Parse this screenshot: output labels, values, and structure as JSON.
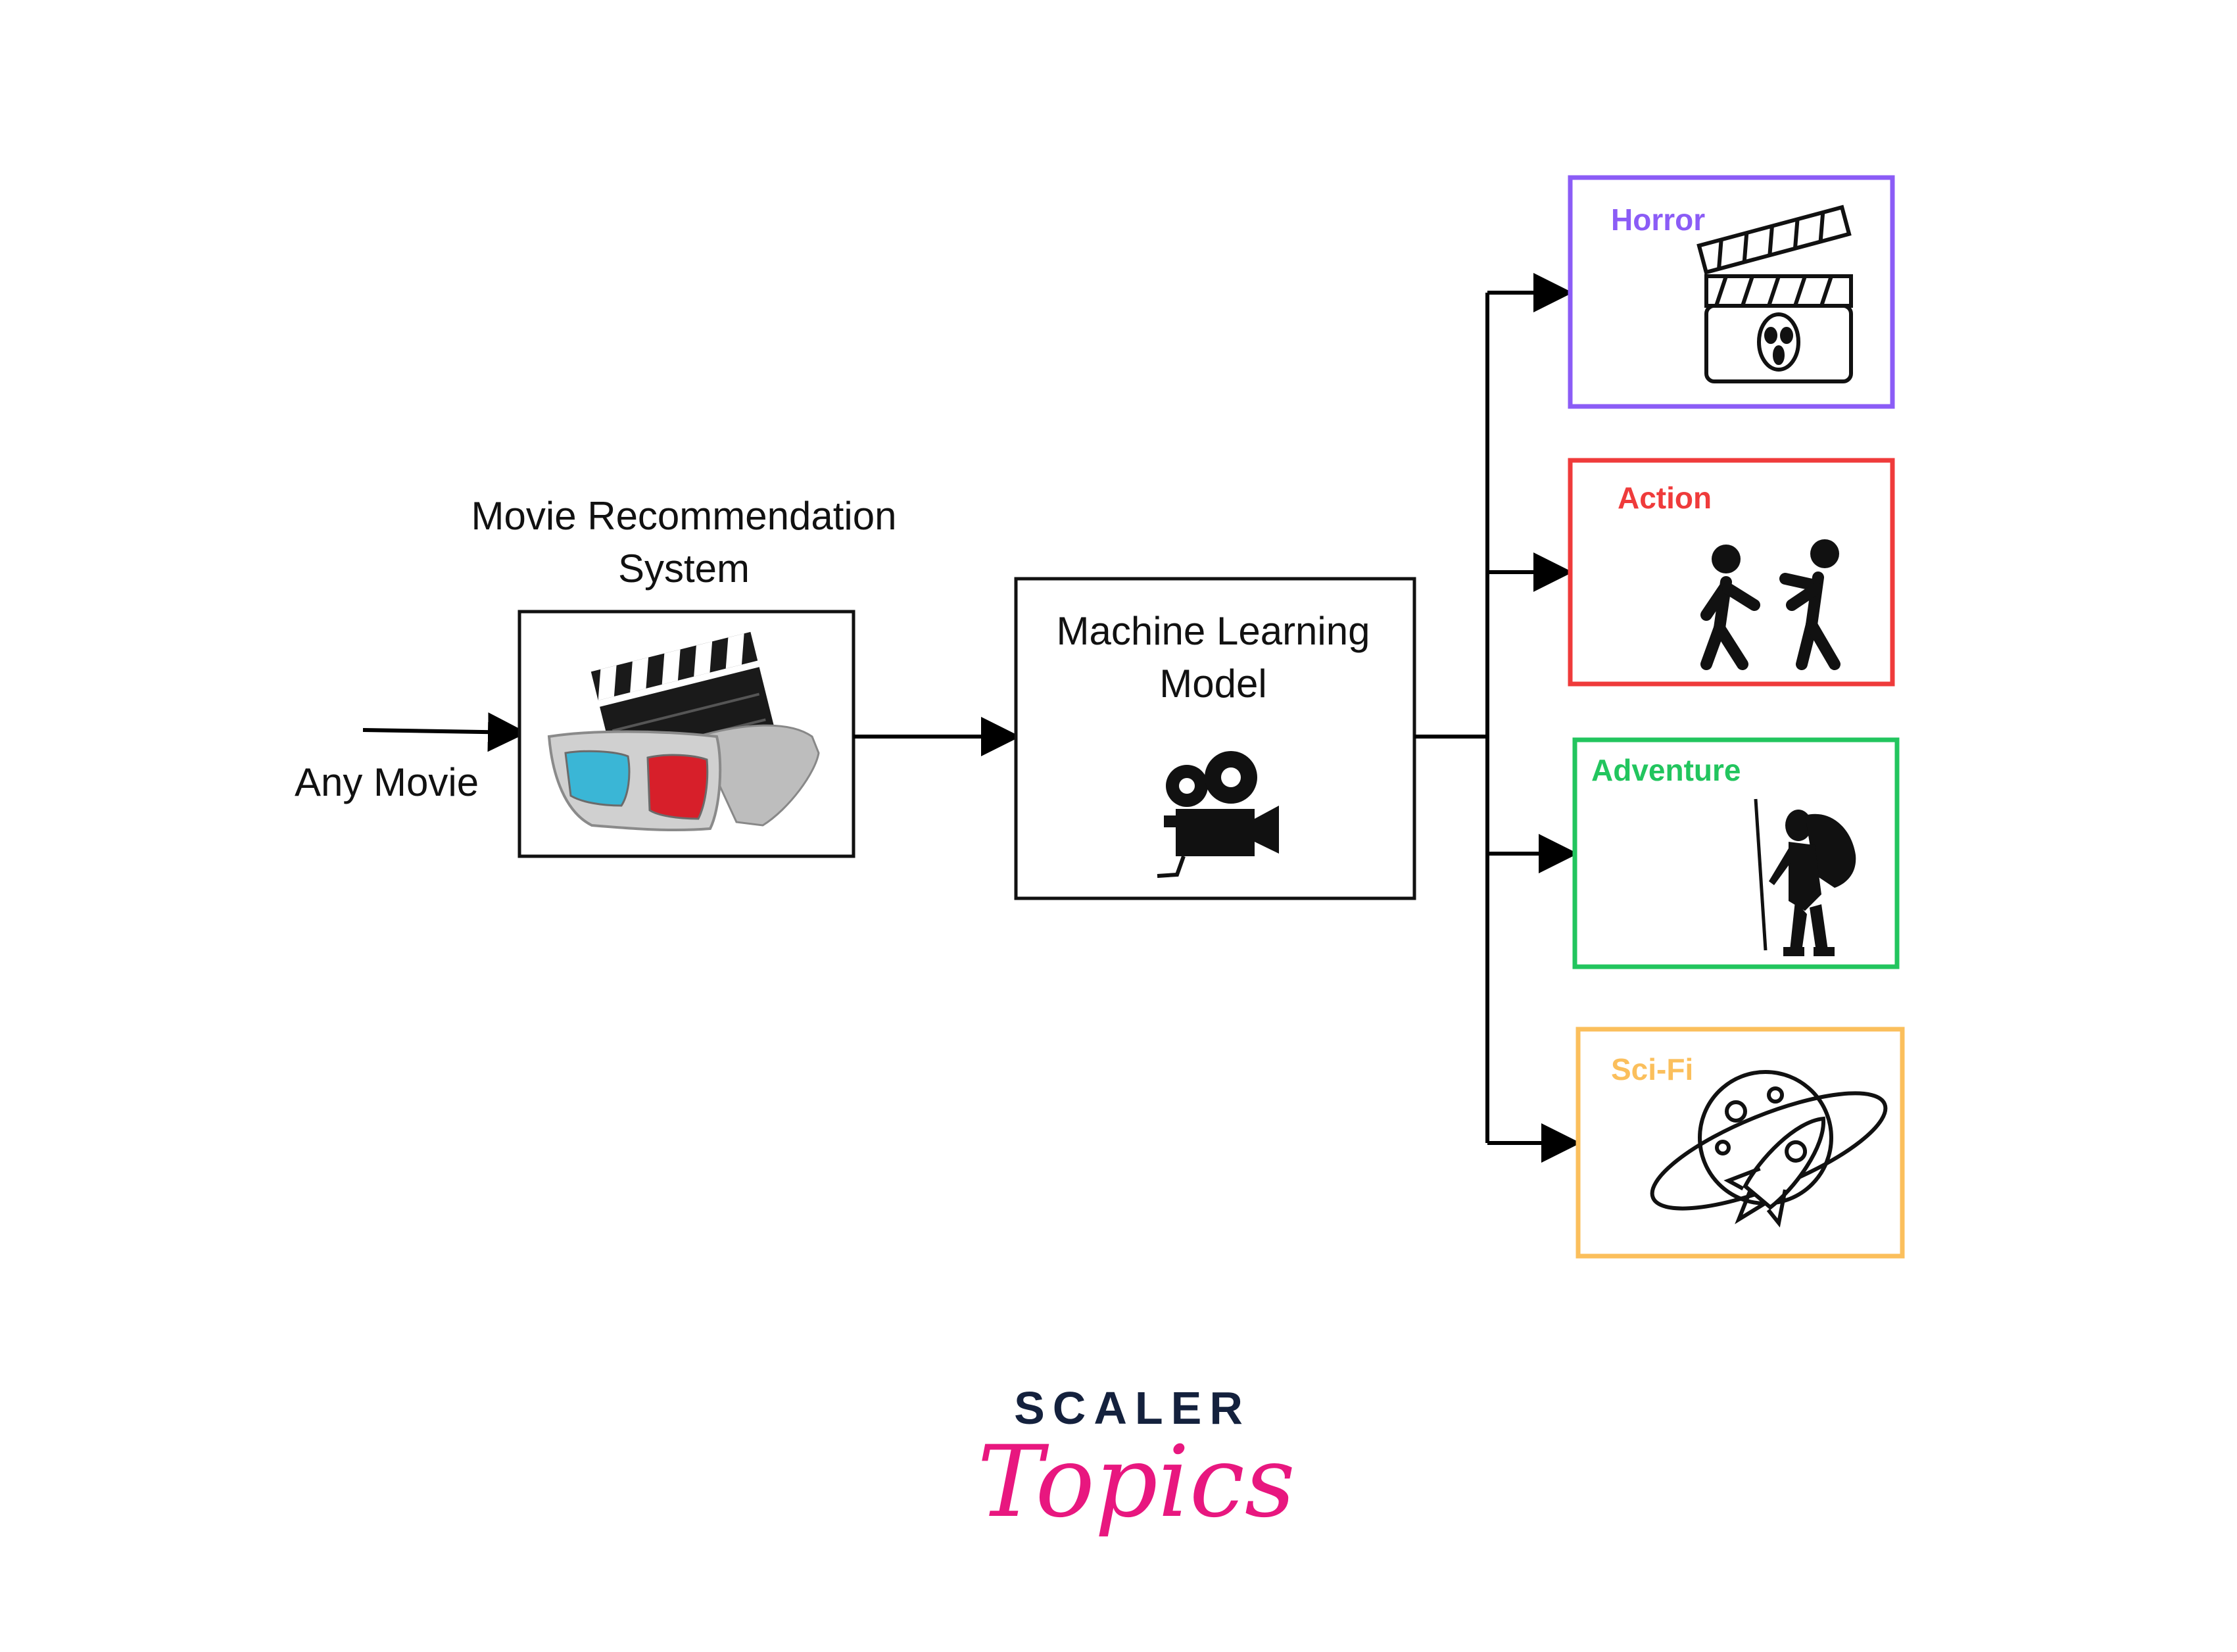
{
  "input_label": "Any Movie",
  "system": {
    "title_line1": "Movie Recommendation",
    "title_line2": "System",
    "icon": "3d-glasses-clapperboard-icon"
  },
  "model": {
    "title_line1": "Machine Learning",
    "title_line2": "Model",
    "icon": "movie-camera-icon"
  },
  "genres": [
    {
      "label": "Horror",
      "color": "#8b5cf6",
      "icon": "horror-clapperboard-icon"
    },
    {
      "label": "Action",
      "color": "#ef3b3b",
      "icon": "fighting-people-icon"
    },
    {
      "label": "Adventure",
      "color": "#22c55e",
      "icon": "hiker-icon"
    },
    {
      "label": "Sci-Fi",
      "color": "#fbbf5c",
      "icon": "planet-rocket-icon"
    }
  ],
  "logo": {
    "line1": "SCALER",
    "line2": "Topics"
  }
}
